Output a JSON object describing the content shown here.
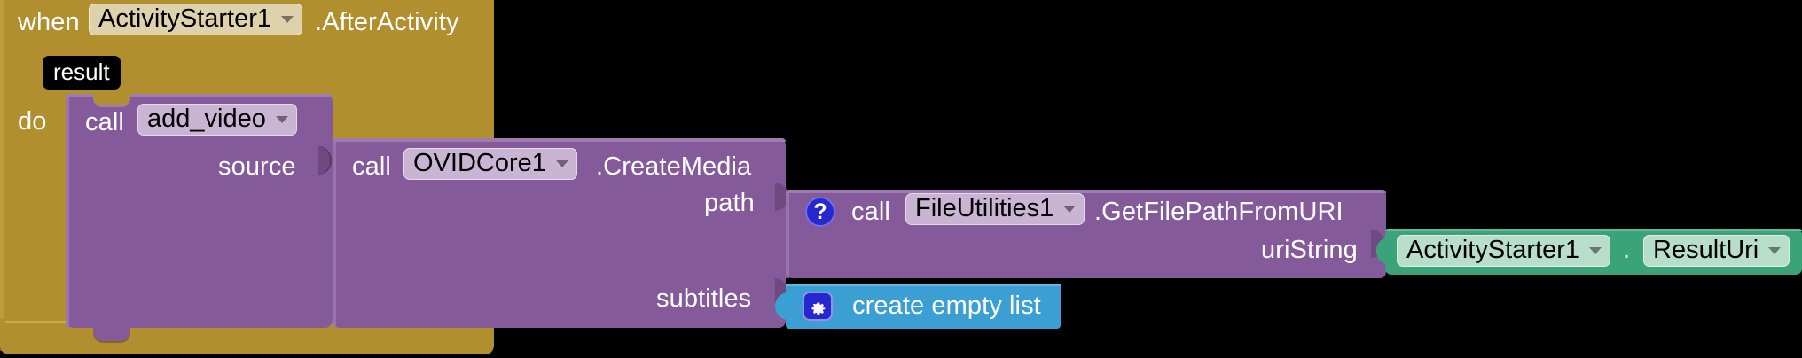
{
  "workspace": {
    "background_color": "#000000",
    "kind": "mit-app-inventor-blocks"
  },
  "event_block": {
    "color": "#b18e2e",
    "when_label": "when",
    "component": "ActivityStarter1",
    "method": ".AfterActivity",
    "parameter_chip": "result",
    "do_label": "do"
  },
  "add_video_block": {
    "color": "#855a9a",
    "call_label": "call",
    "procedure": "add_video",
    "args": [
      {
        "name": "source"
      }
    ]
  },
  "create_media_block": {
    "color": "#855a9a",
    "call_label": "call",
    "component": "OVIDCore1",
    "method": ".CreateMedia",
    "args": [
      {
        "name": "path"
      },
      {
        "name": "subtitles"
      }
    ]
  },
  "file_utilities_block": {
    "color": "#855a9a",
    "help_icon": "help-question-icon",
    "help_glyph": "?",
    "call_label": "call",
    "component": "FileUtilities1",
    "method": ".GetFilePathFromURI",
    "args": [
      {
        "name": "uriString"
      }
    ]
  },
  "getter_block": {
    "color": "#3aa37a",
    "component": "ActivityStarter1",
    "separator": ".",
    "property": "ResultUri"
  },
  "empty_list_block": {
    "color": "#3b9fd4",
    "mutator_icon": "gear-icon",
    "label": "create empty list"
  }
}
